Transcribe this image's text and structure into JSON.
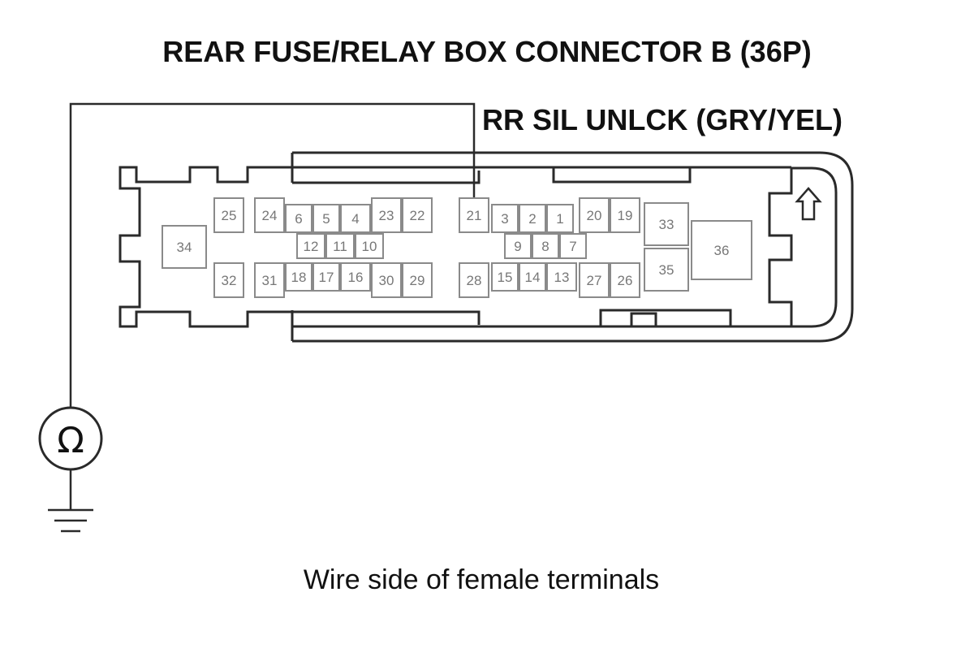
{
  "title": "REAR FUSE/RELAY BOX CONNECTOR B (36P)",
  "wire_label": "RR SIL UNLCK (GRY/YEL)",
  "caption": "Wire side of female terminals",
  "meter_symbol": "Ω",
  "meter_icon": "ohmmeter-icon",
  "ground_icon": "ground-icon",
  "lock_tab_icon": "arrow-up-icon",
  "connector": {
    "pin_count": 36,
    "tested_pin": "21",
    "pins": [
      "25",
      "24",
      "6",
      "5",
      "4",
      "23",
      "22",
      "21",
      "3",
      "2",
      "1",
      "20",
      "19",
      "33",
      "36",
      "34",
      "12",
      "11",
      "10",
      "9",
      "8",
      "7",
      "32",
      "31",
      "18",
      "17",
      "16",
      "30",
      "29",
      "28",
      "15",
      "14",
      "13",
      "27",
      "26",
      "35"
    ]
  }
}
